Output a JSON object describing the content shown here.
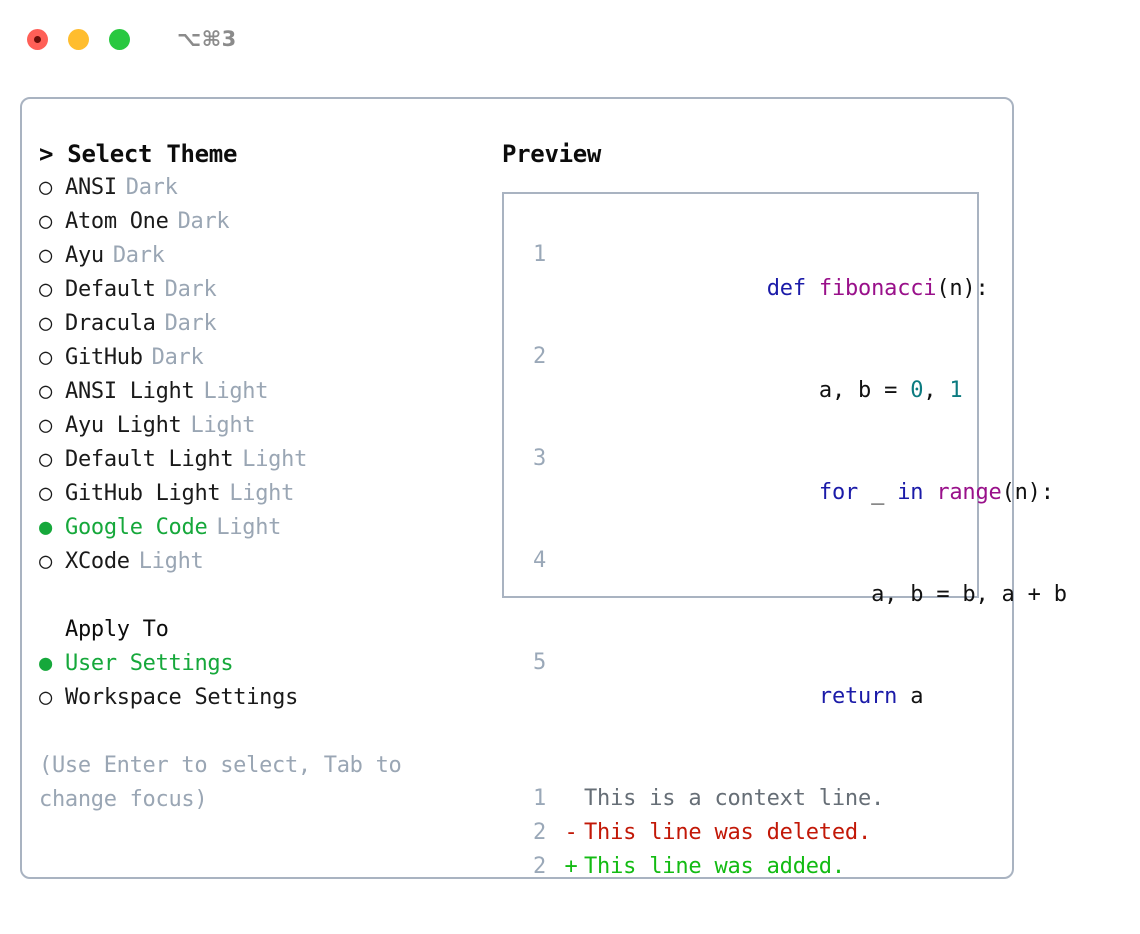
{
  "titlebar": {
    "shortcut": "⌥⌘3",
    "lights": [
      {
        "name": "close",
        "color": "#ff5f57"
      },
      {
        "name": "minimize",
        "color": "#ffbd2e"
      },
      {
        "name": "maximize",
        "color": "#28c840"
      }
    ]
  },
  "theme_picker": {
    "prompt": ">",
    "title": "Select Theme",
    "header_line": "> Select Theme",
    "marker_selected": "●",
    "marker_unselected": "○",
    "selected_color": "#16a83b",
    "options": [
      {
        "name": "ANSI",
        "variant": "Dark",
        "selected": false
      },
      {
        "name": "Atom One",
        "variant": "Dark",
        "selected": false
      },
      {
        "name": "Ayu",
        "variant": "Dark",
        "selected": false
      },
      {
        "name": "Default",
        "variant": "Dark",
        "selected": false
      },
      {
        "name": "Dracula",
        "variant": "Dark",
        "selected": false
      },
      {
        "name": "GitHub",
        "variant": "Dark",
        "selected": false
      },
      {
        "name": "ANSI Light",
        "variant": "Light",
        "selected": false
      },
      {
        "name": "Ayu Light",
        "variant": "Light",
        "selected": false
      },
      {
        "name": "Default Light",
        "variant": "Light",
        "selected": false
      },
      {
        "name": "GitHub Light",
        "variant": "Light",
        "selected": false
      },
      {
        "name": "Google Code",
        "variant": "Light",
        "selected": true
      },
      {
        "name": "XCode",
        "variant": "Light",
        "selected": false
      }
    ]
  },
  "apply_to": {
    "title": "Apply To",
    "options": [
      {
        "name": "User Settings",
        "selected": true
      },
      {
        "name": "Workspace Settings",
        "selected": false
      }
    ]
  },
  "hint": "(Use Enter to select, Tab to change focus)",
  "preview": {
    "title": "Preview",
    "code": [
      {
        "lineno": "1",
        "tokens": [
          {
            "t": "def",
            "c": "tok-kw"
          },
          {
            "t": " ",
            "c": "tok-pun"
          },
          {
            "t": "fibonacci",
            "c": "tok-fn"
          },
          {
            "t": "(n):",
            "c": "tok-pun"
          }
        ]
      },
      {
        "lineno": "2",
        "tokens": [
          {
            "t": "    a, b = ",
            "c": "tok-name"
          },
          {
            "t": "0",
            "c": "tok-num"
          },
          {
            "t": ", ",
            "c": "tok-pun"
          },
          {
            "t": "1",
            "c": "tok-num"
          }
        ]
      },
      {
        "lineno": "3",
        "tokens": [
          {
            "t": "    ",
            "c": "tok-pun"
          },
          {
            "t": "for",
            "c": "tok-kw"
          },
          {
            "t": " _ ",
            "c": "tok-name"
          },
          {
            "t": "in",
            "c": "tok-kw"
          },
          {
            "t": " ",
            "c": "tok-pun"
          },
          {
            "t": "range",
            "c": "tok-fn"
          },
          {
            "t": "(n):",
            "c": "tok-pun"
          }
        ]
      },
      {
        "lineno": "4",
        "tokens": [
          {
            "t": "        a, b = b, a + b",
            "c": "tok-name"
          }
        ]
      },
      {
        "lineno": "5",
        "tokens": [
          {
            "t": "    ",
            "c": "tok-pun"
          },
          {
            "t": "return",
            "c": "tok-kw"
          },
          {
            "t": " a",
            "c": "tok-name"
          }
        ]
      }
    ],
    "diff": [
      {
        "lineno": "1",
        "sign": " ",
        "text": "This is a context line.",
        "kind": "diff-ctx"
      },
      {
        "lineno": "2",
        "sign": "-",
        "text": "This line was deleted.",
        "kind": "diff-del"
      },
      {
        "lineno": "2",
        "sign": "+",
        "text": "This line was added.",
        "kind": "diff-add"
      }
    ]
  }
}
